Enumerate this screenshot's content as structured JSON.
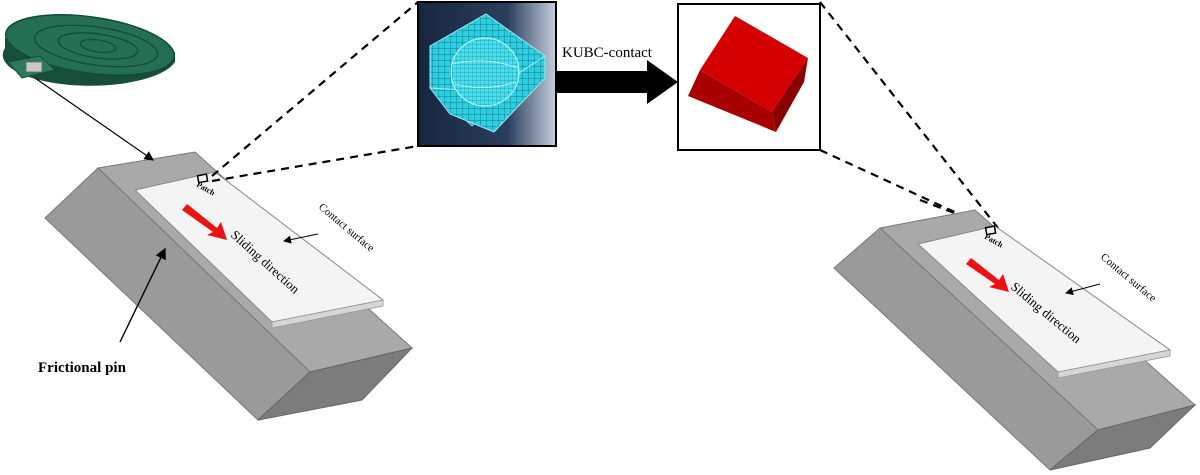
{
  "labels": {
    "kubc": "KUBC-contact",
    "frictional_pin": "Frictional pin",
    "patch_left": "Patch",
    "patch_right": "Patch",
    "contact_surface_left": "Contact surface",
    "contact_surface_right": "Contact surface",
    "sliding_left": "Sliding direction",
    "sliding_right": "Sliding direction"
  },
  "colors": {
    "block_top": "#a8a8a8",
    "block_front": "#8e8e8e",
    "block_side": "#7a7a7a",
    "plate": "#f4f4f4",
    "arrow_red": "#ee1111",
    "disk": "#1f6b4f",
    "mesh_bg": "#1e3048",
    "mesh": "#33d6e6",
    "cube": "#cc0000"
  }
}
